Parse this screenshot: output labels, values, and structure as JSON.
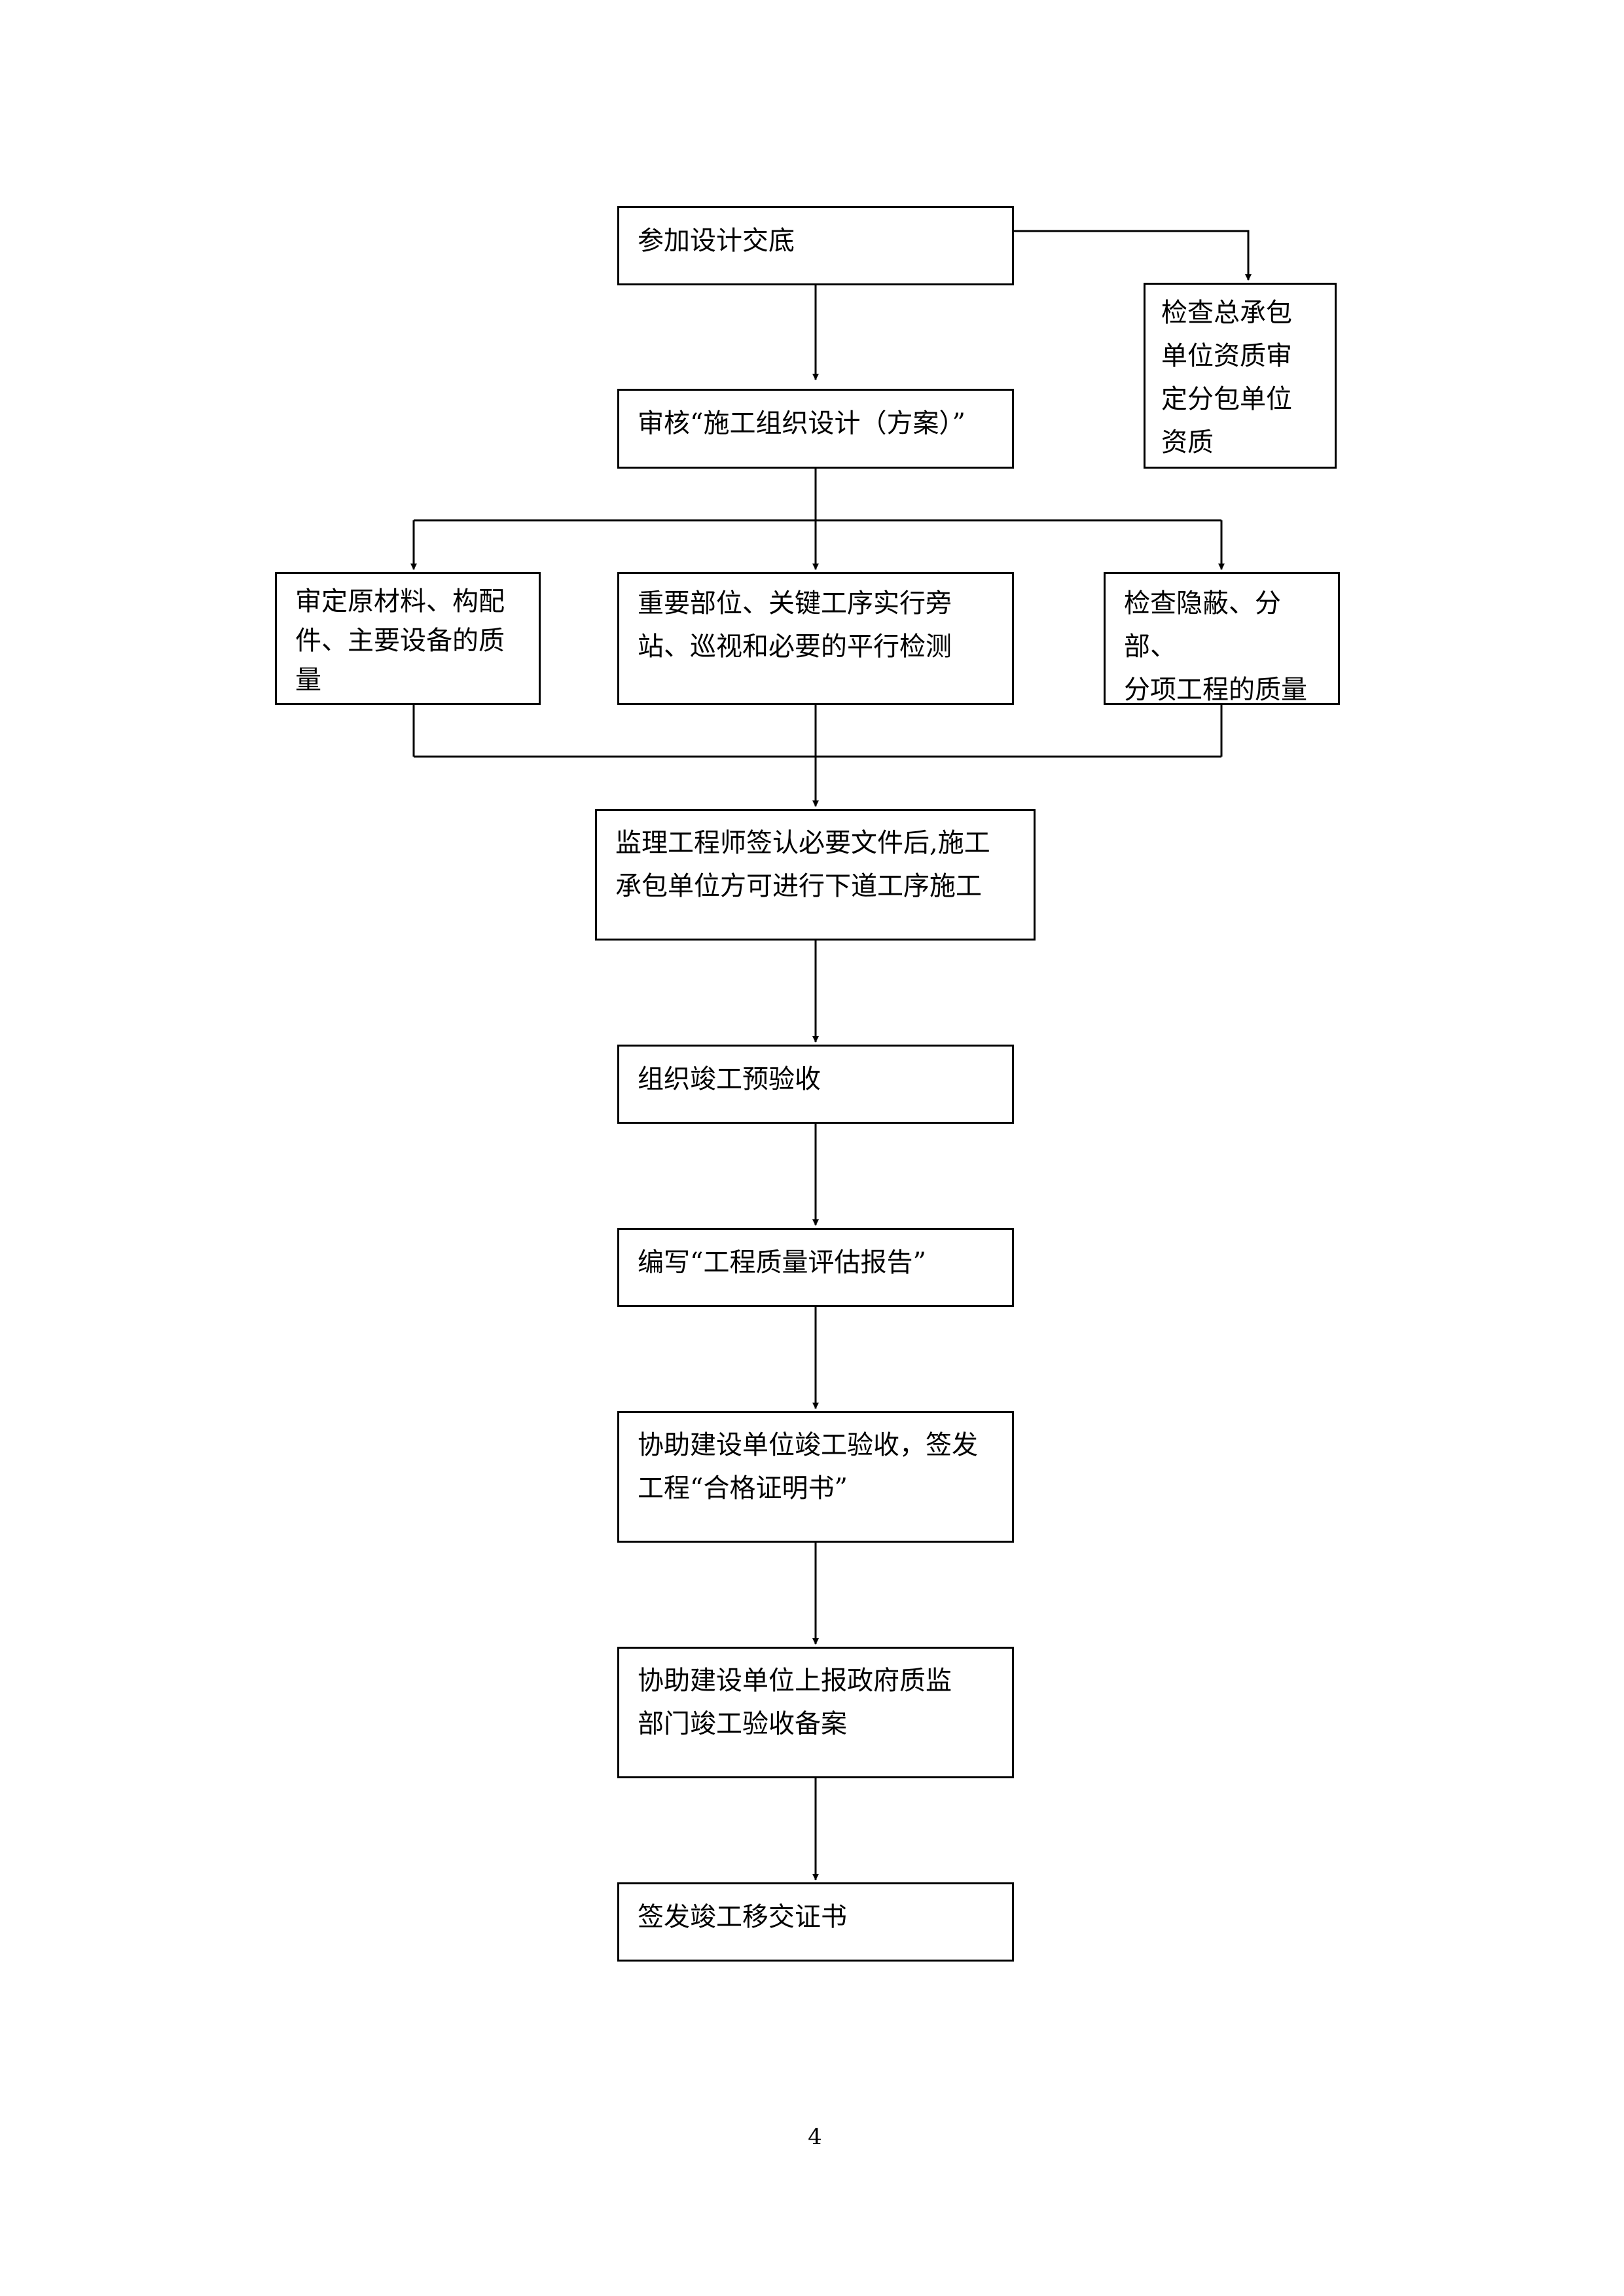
{
  "flowchart": {
    "nodes": {
      "design_briefing": "参加设计交底",
      "check_qualification": "检查总承包\n单位资质审\n定分包单位\n资质",
      "review_plan": "审核“施工组织设计（方案）”",
      "review_materials": "审定原材料、构配\n件、主要设备的质\n量",
      "key_supervision": "重要部位、关键工序实行旁\n站、巡视和必要的平行检测",
      "check_hidden": "检查隐蔽、分部、\n分项工程的质量",
      "engineer_sign": "监理工程师签认必要文件后,施工\n承包单位方可进行下道工序施工",
      "pre_acceptance": "组织竣工预验收",
      "quality_report": "编写“工程质量评估报告”",
      "assist_acceptance": "协助建设单位竣工验收，签发\n工程“合格证明书”",
      "assist_filing": "协助建设单位上报政府质监\n部门竣工验收备案",
      "handover_cert": "签发竣工移交证书"
    }
  },
  "page_number": "4"
}
